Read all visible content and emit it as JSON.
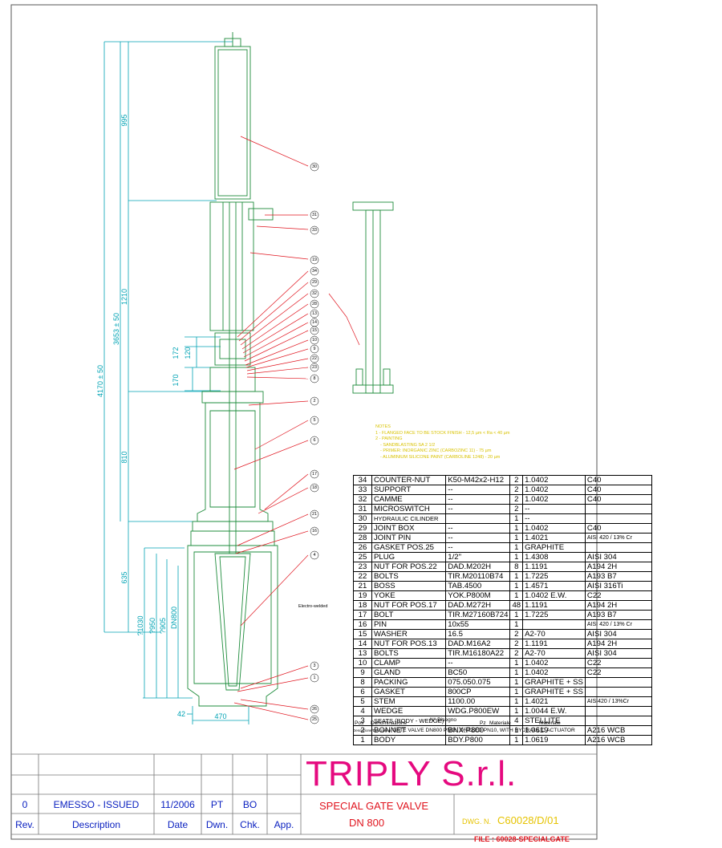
{
  "drawing": {
    "dimensions": {
      "d995": "995",
      "d1210": "1210",
      "d810": "810",
      "d635": "635",
      "d172": "172",
      "d120": "120",
      "d170": "170",
      "d3653": "3653 ± 50",
      "d4170": "4170 ± 50",
      "d1030": "?1030",
      "d950": "?950",
      "d905": "?905",
      "dn800": "DN800",
      "d470": "470",
      "d42": "42"
    },
    "weld_note": "Electro-welded",
    "callouts_actuator": [
      "30",
      "31",
      "33",
      "19",
      "34",
      "29",
      "32",
      "28",
      "13",
      "14",
      "15",
      "10",
      "9",
      "22",
      "23",
      "8"
    ],
    "callouts_valve": [
      "2",
      "5",
      "6",
      "17",
      "18",
      "21",
      "16",
      "4"
    ],
    "callouts_bottom": [
      "3",
      "1",
      "26",
      "25"
    ]
  },
  "notes": {
    "title": "NOTES",
    "lines": [
      "1 - FLANGED FACE TO BE STOCK FINISH - 12,5 µm < Ra < 40 µm",
      "2 - PAINTING",
      "- SANDBLASTING SA 2 1/2",
      "- PRIMER: INORGANIC ZINC (CARBOZINC 11) - 75 µm",
      "- ALUMINIUM SILICONE PAINT (CARBOLINE 1248) - 20 µm"
    ]
  },
  "bom": {
    "rows": [
      [
        "34",
        "COUNTER-NUT",
        "K50-M42x2-H12",
        "2",
        "1.0402",
        "C40"
      ],
      [
        "33",
        "SUPPORT",
        "--",
        "2",
        "1.0402",
        "C40"
      ],
      [
        "32",
        "CAMME",
        "--",
        "2",
        "1.0402",
        "C40"
      ],
      [
        "31",
        "MICROSWITCH",
        "--",
        "2",
        "--",
        ""
      ],
      [
        "30",
        "HYDRAULIC CILINDER",
        "",
        "1",
        "--",
        ""
      ],
      [
        "29",
        "JOINT BOX",
        "--",
        "1",
        "1.0402",
        "C40"
      ],
      [
        "28",
        "JOINT PIN",
        "--",
        "1",
        "1.4021",
        "AISI 420 / 13% Cr"
      ],
      [
        "26",
        "GASKET POS.25",
        "--",
        "1",
        "GRAPHITE",
        ""
      ],
      [
        "25",
        "PLUG",
        "1/2\"",
        "1",
        "1.4308",
        "AISI 304"
      ],
      [
        "23",
        "NUT FOR POS.22",
        "DAD.M202H",
        "8",
        "1.1191",
        "A194 2H"
      ],
      [
        "22",
        "BOLTS",
        "TIR.M20110B74",
        "1",
        "1.7225",
        "A193 B7"
      ],
      [
        "21",
        "BOSS",
        "TAB.4500",
        "1",
        "1.4571",
        "AISI 316Ti"
      ],
      [
        "19",
        "YOKE",
        "YOK.P800M",
        "1",
        "1.0402 E.W.",
        "C22"
      ],
      [
        "18",
        "NUT FOR POS.17",
        "DAD.M272H",
        "48",
        "1.1191",
        "A194 2H"
      ],
      [
        "17",
        "BOLT",
        "TIR.M27160B724",
        "1",
        "1.7225",
        "A193 B7"
      ],
      [
        "16",
        "PIN",
        "10x55",
        "1",
        "",
        "AISI 420 / 13% Cr"
      ],
      [
        "15",
        "WASHER",
        "16.5",
        "2",
        "A2-70",
        "AISI 304"
      ],
      [
        "14",
        "NUT FOR POS.13",
        "DAD.M16A2",
        "2",
        "1.1191",
        "A194 2H"
      ],
      [
        "13",
        "BOLTS",
        "TIR.M16180A22",
        "2",
        "A2-70",
        "AISI 304"
      ],
      [
        "10",
        "CLAMP",
        "--",
        "1",
        "1.0402",
        "C22"
      ],
      [
        "9",
        "GLAND",
        "BC50",
        "1",
        "1.0402",
        "C22"
      ],
      [
        "8",
        "PACKING",
        "075.050.075",
        "1",
        "GRAPHITE + SS",
        ""
      ],
      [
        "6",
        "GASKET",
        "800CP",
        "1",
        "GRAPHITE + SS",
        ""
      ],
      [
        "5",
        "STEM",
        "1100.00",
        "1",
        "1.4021",
        "AISI420 / 13%Cr"
      ],
      [
        "4",
        "WEDGE",
        "WDG.P800EW",
        "1",
        "1.0044 E.W.",
        ""
      ],
      [
        "3",
        "SEATS (BODY - WEDGE)",
        "",
        "4",
        "STELLITE",
        ""
      ],
      [
        "2",
        "BONNET",
        "BNX.P800",
        "1",
        "1.0619",
        "A216 WCB"
      ],
      [
        "1",
        "BODY",
        "BDY.P800",
        "1",
        "1.0619",
        "A216 WCB"
      ]
    ],
    "headers": {
      "pos": "Pos",
      "denominazione": "Denominazione",
      "disegno": "N° Disegno",
      "pz": "Pz",
      "materiale": "Materiale",
      "materiale2": "Materiale"
    },
    "description_label": "Descrizione/Description",
    "description": "GATE VALVE DN800 PN16, DRILLED PN10, WITH HYDRAULIC ACTUATOR"
  },
  "title_block": {
    "rev": "0",
    "description": "EMESSO - ISSUED",
    "date": "11/2006",
    "drawn": "PT",
    "checked": "BO",
    "headers": {
      "rev": "Rev.",
      "description": "Description",
      "date": "Date",
      "dwn": "Dwn.",
      "chk": "Chk.",
      "app": "App."
    },
    "company": "TRIPLY S.r.l.",
    "title_line1": "SPECIAL GATE VALVE",
    "title_line2": "DN 800",
    "dwg_label": "DWG. N.",
    "dwg_number": "C60028/D/01",
    "file": "FILE : 60028-SPECIALGATE"
  },
  "colors": {
    "outline_green": "#1e8c3c",
    "dimension_cyan": "#00a3b4",
    "leader_red": "#e0141e",
    "brand_magenta": "#e5097f",
    "notes_yellow": "#d8c200",
    "titleblock_blue": "#0b21c0"
  }
}
